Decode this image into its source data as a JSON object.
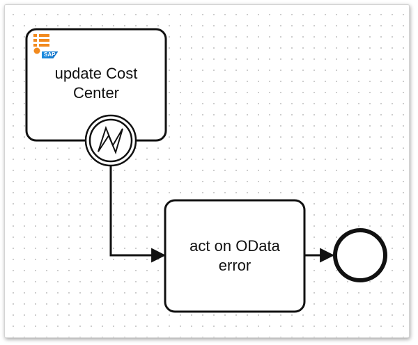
{
  "diagram": {
    "colors": {
      "stroke": "#111111",
      "service_icon_orange": "#f28a1e",
      "sap_blue": "#1a8ce0",
      "grid_dot": "#c9c9c9"
    },
    "service_task": {
      "label": "update Cost Center",
      "icon": "sap-service-task-icon",
      "badge_text": "SAP"
    },
    "boundary_event": {
      "type": "error",
      "icon": "lightning-error-icon"
    },
    "error_task": {
      "label": "act on OData error"
    },
    "end_event": {
      "type": "end"
    }
  }
}
